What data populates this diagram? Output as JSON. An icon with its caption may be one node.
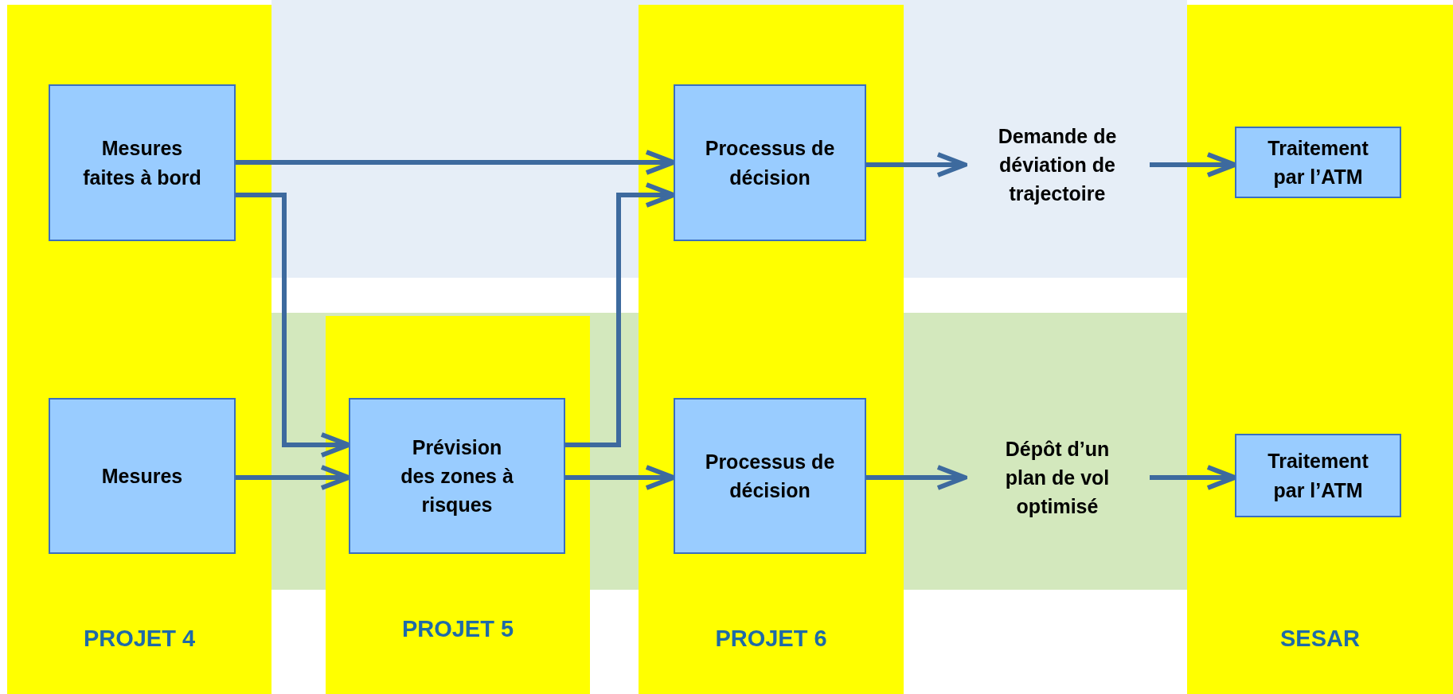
{
  "diagram": {
    "nodes": [
      {
        "text": [
          "PROJET 4"
        ]
      },
      {
        "text": [
          "Mesures faites à bord"
        ],
        "in": 0
      },
      {
        "text": [
          "Mesures"
        ],
        "in": 0
      },
      {
        "text": [
          "PROJET 5"
        ]
      },
      {
        "text": [
          "Prévision des zones à risques"
        ],
        "in": 3
      },
      {
        "text": [
          "PROJET 6"
        ]
      },
      {
        "text": [
          "Processus de décision"
        ],
        "in": 5
      },
      {
        "text": [
          "Processus de décision"
        ],
        "in": 5
      },
      {
        "text": [
          "Demande de déviation de trajectoire"
        ]
      },
      {
        "text": [
          "Dépôt d’un plan de vol optimisé"
        ]
      },
      {
        "text": [
          "SESAR"
        ]
      },
      {
        "text": [
          "Traitement par l’ATM"
        ],
        "in": 10
      },
      {
        "text": [
          "Traitement par l’ATM"
        ],
        "in": 10
      }
    ],
    "edges": [
      {
        "from": 1,
        "to": 6,
        "arrow": "to"
      },
      {
        "from": 1,
        "to": 4,
        "arrow": "to"
      },
      {
        "from": 2,
        "to": 4,
        "arrow": "to"
      },
      {
        "from": 4,
        "to": 6,
        "arrow": "to"
      },
      {
        "from": 4,
        "to": 7,
        "arrow": "to"
      },
      {
        "from": 6,
        "to": 8,
        "arrow": "to"
      },
      {
        "from": 8,
        "to": 11,
        "arrow": "to"
      },
      {
        "from": 7,
        "to": 9,
        "arrow": "to"
      },
      {
        "from": 9,
        "to": 12,
        "arrow": "to"
      }
    ]
  }
}
